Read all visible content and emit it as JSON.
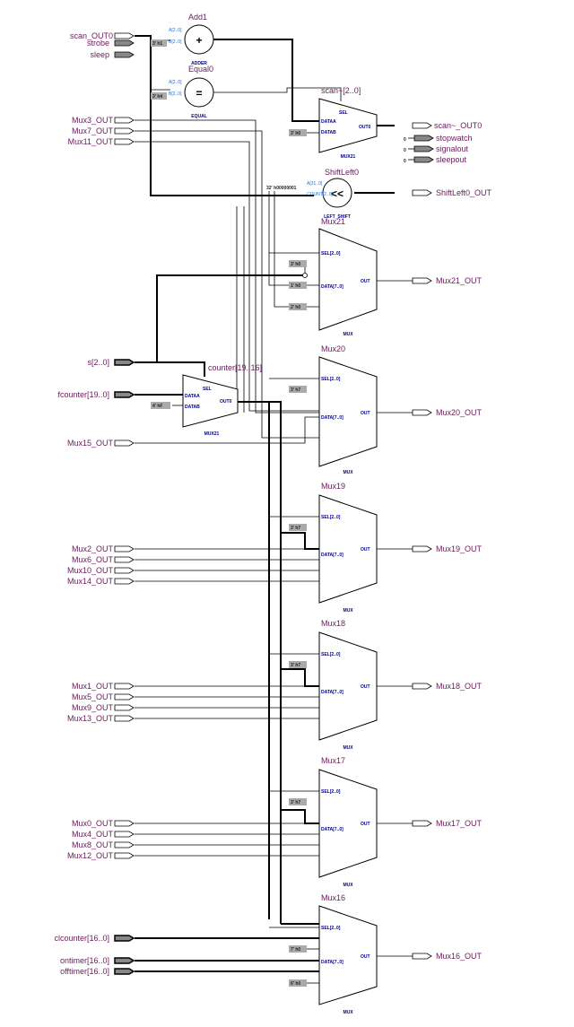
{
  "inputs": {
    "scan_out0": "scan_OUT0",
    "strobe": "strobe",
    "sleep": "sleep",
    "mux3": "Mux3_OUT",
    "mux7": "Mux7_OUT",
    "mux11": "Mux11_OUT",
    "s": "s[2..0]",
    "fcounter": "fcounter[19..0]",
    "mux15": "Mux15_OUT",
    "mux2": "Mux2_OUT",
    "mux6": "Mux6_OUT",
    "mux10": "Mux10_OUT",
    "mux14": "Mux14_OUT",
    "mux1": "Mux1_OUT",
    "mux5": "Mux5_OUT",
    "mux9": "Mux9_OUT",
    "mux13": "Mux13_OUT",
    "mux0": "Mux0_OUT",
    "mux4": "Mux4_OUT",
    "mux8": "Mux8_OUT",
    "mux12": "Mux12_OUT",
    "clcounter": "clcounter[16..0]",
    "ontimer": "ontimer[16..0]",
    "offtimer": "offtimer[16..0]"
  },
  "outputs": {
    "scan_out0": "scan~_OUT0",
    "stopwatch": "stopwatch",
    "signalout": "signalout",
    "sleepout": "sleepout",
    "shiftleft0": "ShiftLeft0_OUT",
    "mux21": "Mux21_OUT",
    "mux20": "Mux20_OUT",
    "mux19": "Mux19_OUT",
    "mux18": "Mux18_OUT",
    "mux17": "Mux17_OUT",
    "mux16": "Mux16_OUT"
  },
  "blocks": {
    "add1": {
      "title": "Add1",
      "type": "ADDER",
      "op": "+",
      "pin_a": "A[2..0]",
      "pin_b": "B[2..0]"
    },
    "equal0": {
      "title": "Equal0",
      "type": "EQUAL",
      "op": "=",
      "pin_a": "A[2..0]",
      "pin_b": "B[2..0]"
    },
    "scan": {
      "title": "scan~[2..0]",
      "type": "MUX21",
      "sel": "SEL",
      "a": "DATAA",
      "b": "DATAB",
      "out": "OUT0"
    },
    "shiftleft0": {
      "title": "ShiftLeft0",
      "type": "LEFT_SHIFT",
      "op": "<<",
      "pin_a": "A[31..0]",
      "pin_b": "COUNT[2..0]"
    },
    "counter": {
      "title": "counter[19..16]",
      "type": "MUX21",
      "sel": "SEL",
      "a": "DATAA",
      "b": "DATAB",
      "out": "OUT0"
    },
    "mux21": {
      "title": "Mux21",
      "type": "MUX",
      "sel": "SEL[2..0]",
      "data": "DATA[7..0]",
      "out": "OUT"
    },
    "mux20": {
      "title": "Mux20",
      "type": "MUX",
      "sel": "SEL[2..0]",
      "data": "DATA[7..0]",
      "out": "OUT"
    },
    "mux19": {
      "title": "Mux19",
      "type": "MUX",
      "sel": "SEL[2..0]",
      "data": "DATA[7..0]",
      "out": "OUT"
    },
    "mux18": {
      "title": "Mux18",
      "type": "MUX",
      "sel": "SEL[2..0]",
      "data": "DATA[7..0]",
      "out": "OUT"
    },
    "mux17": {
      "title": "Mux17",
      "type": "MUX",
      "sel": "SEL[2..0]",
      "data": "DATA[7..0]",
      "out": "OUT"
    },
    "mux16": {
      "title": "Mux16",
      "type": "MUX",
      "sel": "SEL[2..0]",
      "data": "DATA[7..0]",
      "out": "OUT"
    }
  },
  "constants": {
    "add1_b": "3' h1",
    "equal0_b": "3' h4",
    "scan_b": "3' h0",
    "shiftleft0_a": "32' h00000001",
    "counter_b": "4' hF",
    "mux21_c1": "3' h0",
    "mux21_c2": "1' h0",
    "mux21_c3": "2' h0",
    "mux20_c1": "3' h7",
    "mux19_c1": "3' h7",
    "mux18_c1": "3' h7",
    "mux17_c1": "3' h7",
    "mux16_c1": "7' h0",
    "mux16_c2": "6' h0",
    "zero": "0"
  }
}
